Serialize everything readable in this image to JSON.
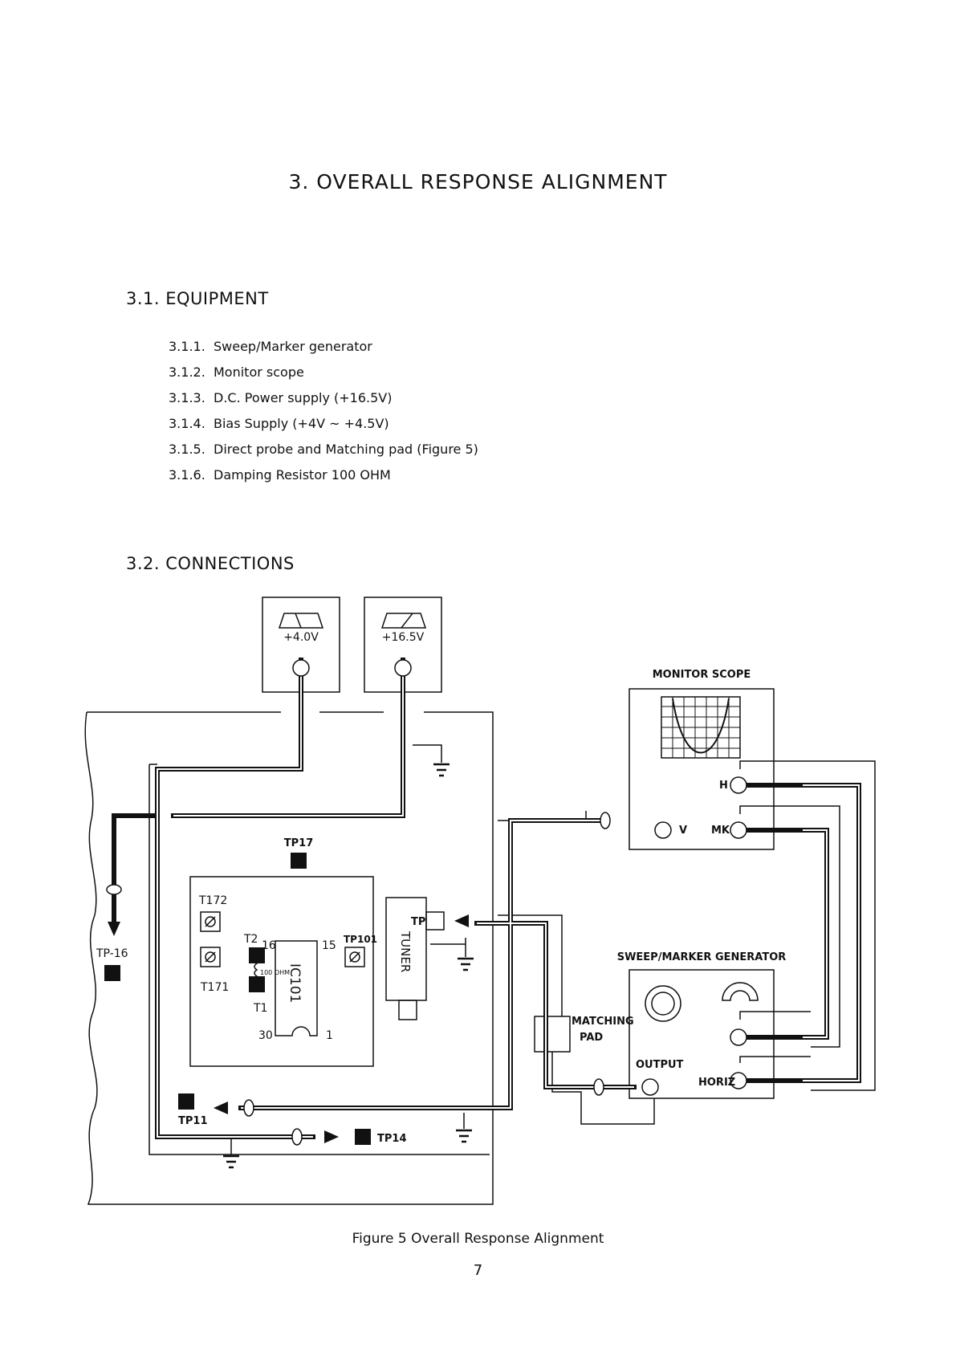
{
  "title": "3.   OVERALL RESPONSE ALIGNMENT",
  "section1": {
    "heading": "3.1.   EQUIPMENT",
    "items": [
      {
        "num": "3.1.1.",
        "text": "Sweep/Marker generator"
      },
      {
        "num": "3.1.2.",
        "text": "Monitor scope"
      },
      {
        "num": "3.1.3.",
        "text": "D.C. Power supply (+16.5V)"
      },
      {
        "num": "3.1.4.",
        "text": "Bias Supply (+4V ~ +4.5V)"
      },
      {
        "num": "3.1.5.",
        "text": "Direct probe and Matching pad (Figure 5)"
      },
      {
        "num": "3.1.6.",
        "text": "Damping Resistor 100 OHM"
      }
    ]
  },
  "section2": {
    "heading": "3.2. CONNECTIONS"
  },
  "diagram": {
    "meter_left": "+4.0V",
    "meter_right": "+16.5V",
    "monitor_scope": "MONITOR SCOPE",
    "scope_h": "H",
    "scope_v": "V",
    "scope_mk": "MK",
    "tp17": "TP17",
    "t172": "T172",
    "t171": "T171",
    "t2": "T2",
    "t1": "T1",
    "pin16": "16",
    "pin15": "15",
    "pin30": "30",
    "pin1": "1",
    "tp101": "TP101",
    "ic101": "IC101",
    "resistor": "100 OHM",
    "tp": "TP",
    "tuner": "TUNER",
    "tp16": "TP-16",
    "tp11": "TP11",
    "tp14": "TP14",
    "matching_pad_1": "MATCHING",
    "matching_pad_2": "PAD",
    "sweep_gen": "SWEEP/MARKER GENERATOR",
    "output": "OUTPUT",
    "horiz": "HORIZ"
  },
  "caption": "Figure 5  Overall Response Alignment",
  "page_number": "7"
}
